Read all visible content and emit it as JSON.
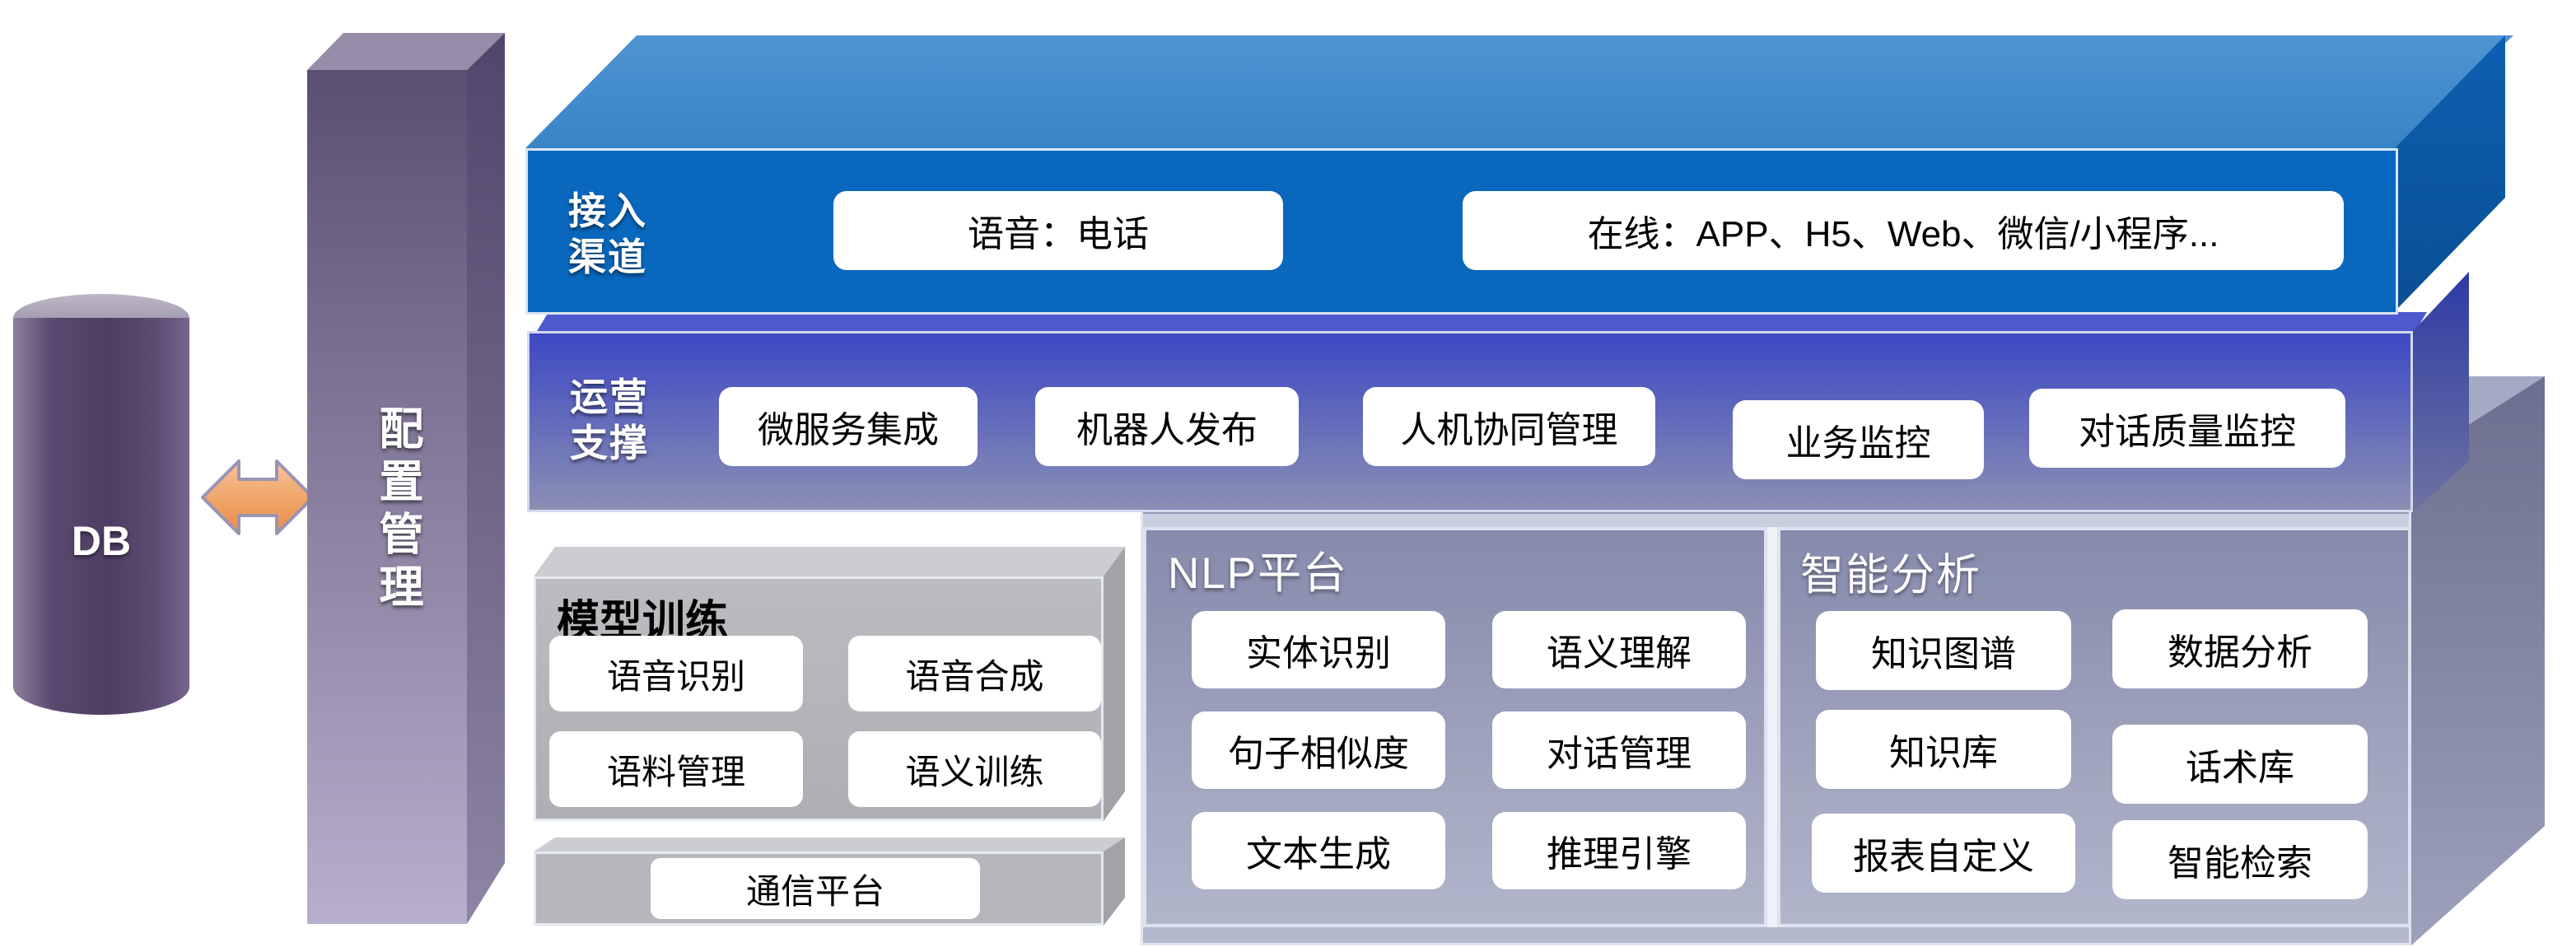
{
  "colors": {
    "access_front": "#0968be",
    "access_top": "#3884c6",
    "ops_gradient_top": "#3d48c4",
    "ops_gradient_bottom": "#8a8fb3",
    "panel_fill_top": "#868aac",
    "panel_fill_bottom": "#b2b6ca",
    "gray_panel": "#b5b5ba",
    "config_bar_top": "#5a4f73",
    "config_bar_bottom": "#b7afcc",
    "arrow_orange": "#f0a366",
    "button_bg": "#ffffff"
  },
  "db": {
    "label": "DB"
  },
  "arrow": {
    "name": "double-headed-arrow"
  },
  "config": {
    "label": "配置管理"
  },
  "access": {
    "label_line1": "接入",
    "label_line2": "渠道",
    "btn_voice": "语音：电话",
    "btn_online": "在线：APP、H5、Web、微信/小程序..."
  },
  "ops": {
    "label_line1": "运营",
    "label_line2": "支撑",
    "buttons": [
      "微服务集成",
      "机器人发布",
      "人机协同管理",
      "业务监控",
      "对话质量监控"
    ]
  },
  "model": {
    "title": "模型训练",
    "buttons": [
      "语音识别",
      "语音合成",
      "语料管理",
      "语义训练"
    ]
  },
  "comm": {
    "label": "通信平台"
  },
  "nlp": {
    "title": "NLP平台",
    "buttons": [
      "实体识别",
      "语义理解",
      "句子相似度",
      "对话管理",
      "文本生成",
      "推理引擎"
    ]
  },
  "ai": {
    "title": "智能分析",
    "buttons": [
      "知识图谱",
      "数据分析",
      "知识库",
      "话术库",
      "报表自定义",
      "智能检索"
    ]
  }
}
